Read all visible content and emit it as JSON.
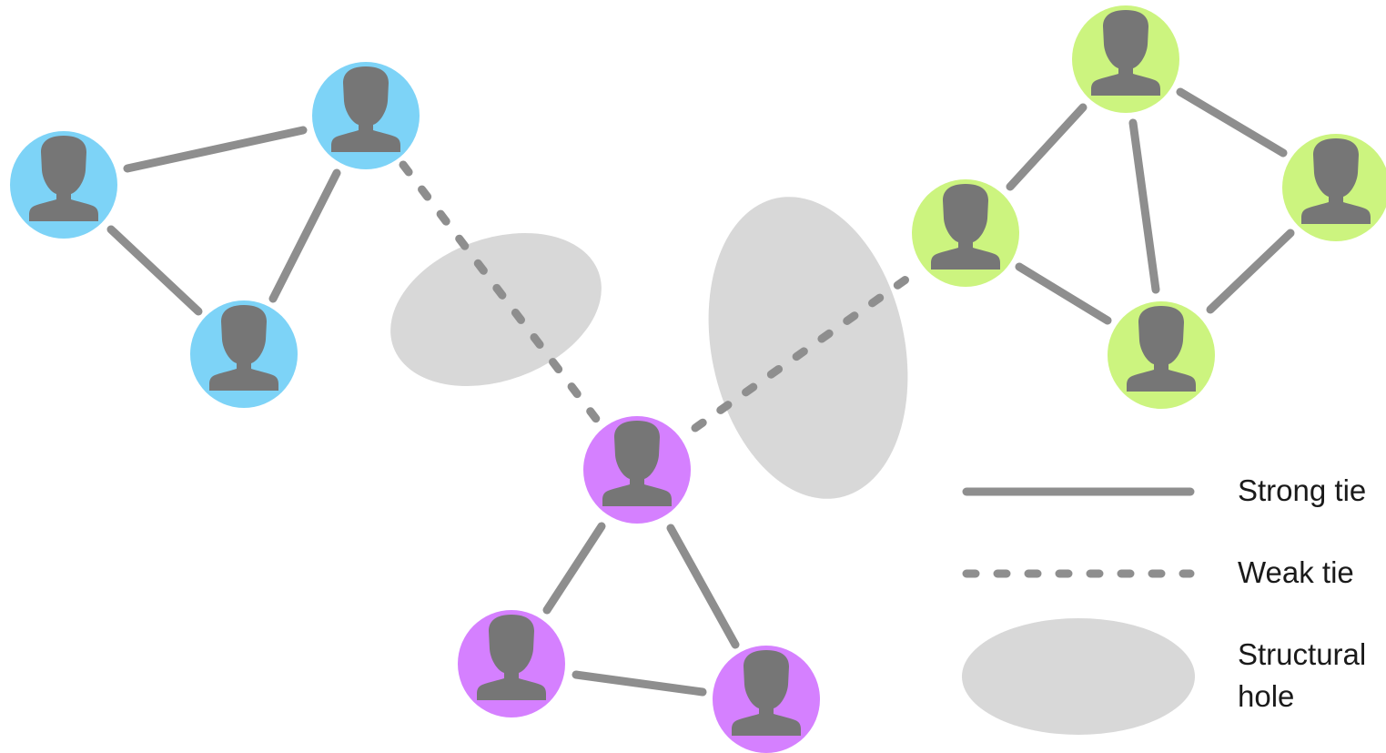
{
  "colors": {
    "group_blue": "#7dd3f7",
    "group_purple": "#d580ff",
    "group_green": "#ccf47f",
    "tie": "#8e8e8e",
    "structural_hole": "#d8d8d8",
    "person_icon": "#767676"
  },
  "icons": {
    "person": "person-icon"
  },
  "legend": {
    "strong_tie": "Strong tie",
    "weak_tie": "Weak tie",
    "structural_hole": "Structural hole"
  }
}
